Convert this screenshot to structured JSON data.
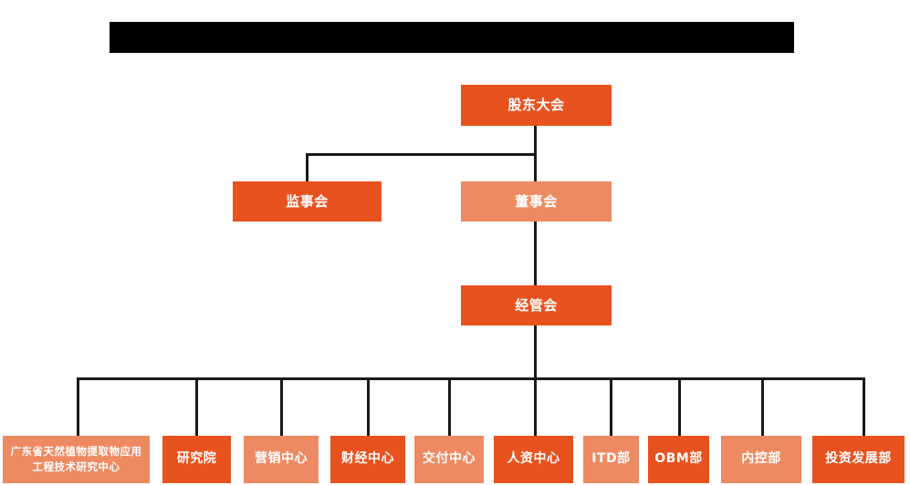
{
  "page": {
    "title": "组织架构图",
    "background_color": "#FFFFFF"
  },
  "header": {
    "redacted_bar_label": "",
    "redacted": true,
    "color": "#000000"
  },
  "palette": {
    "dark_orange": "#E8521E",
    "light_salmon": "#EE8A62",
    "connector": "#1A1A1A",
    "text": "#FFFFFF"
  },
  "chart_data": {
    "type": "diagram",
    "diagram_type": "org-chart",
    "title": "",
    "levels": [
      {
        "level": 1,
        "nodes": [
          {
            "id": "shareholders",
            "label": "股东大会",
            "tone": "dark"
          }
        ]
      },
      {
        "level": 2,
        "nodes": [
          {
            "id": "supervisors",
            "label": "监事会",
            "tone": "dark"
          },
          {
            "id": "directors",
            "label": "董事会",
            "tone": "light"
          }
        ]
      },
      {
        "level": 3,
        "nodes": [
          {
            "id": "management-committee",
            "label": "经管会",
            "tone": "dark"
          }
        ]
      },
      {
        "level": 4,
        "nodes": [
          {
            "id": "gd-research-center",
            "label": "广东省天然植物提取物应用工程技术研究中心",
            "tone": "light"
          },
          {
            "id": "research-institute",
            "label": "研究院",
            "tone": "dark"
          },
          {
            "id": "marketing-center",
            "label": "营销中心",
            "tone": "light"
          },
          {
            "id": "finance-center",
            "label": "财经中心",
            "tone": "dark"
          },
          {
            "id": "delivery-center",
            "label": "交付中心",
            "tone": "light"
          },
          {
            "id": "hr-center",
            "label": "人资中心",
            "tone": "dark"
          },
          {
            "id": "itd-dept",
            "label": "ITD部",
            "tone": "light"
          },
          {
            "id": "obm-dept",
            "label": "OBM部",
            "tone": "dark"
          },
          {
            "id": "internal-control-dept",
            "label": "内控部",
            "tone": "light"
          },
          {
            "id": "investment-development-dept",
            "label": "投资发展部",
            "tone": "dark"
          }
        ]
      }
    ],
    "edges": [
      {
        "from": "shareholders",
        "to": "supervisors"
      },
      {
        "from": "shareholders",
        "to": "directors"
      },
      {
        "from": "directors",
        "to": "management-committee"
      },
      {
        "from": "management-committee",
        "to": "gd-research-center"
      },
      {
        "from": "management-committee",
        "to": "research-institute"
      },
      {
        "from": "management-committee",
        "to": "marketing-center"
      },
      {
        "from": "management-committee",
        "to": "finance-center"
      },
      {
        "from": "management-committee",
        "to": "delivery-center"
      },
      {
        "from": "management-committee",
        "to": "hr-center"
      },
      {
        "from": "management-committee",
        "to": "itd-dept"
      },
      {
        "from": "management-committee",
        "to": "obm-dept"
      },
      {
        "from": "management-committee",
        "to": "internal-control-dept"
      },
      {
        "from": "management-committee",
        "to": "investment-development-dept"
      }
    ]
  }
}
